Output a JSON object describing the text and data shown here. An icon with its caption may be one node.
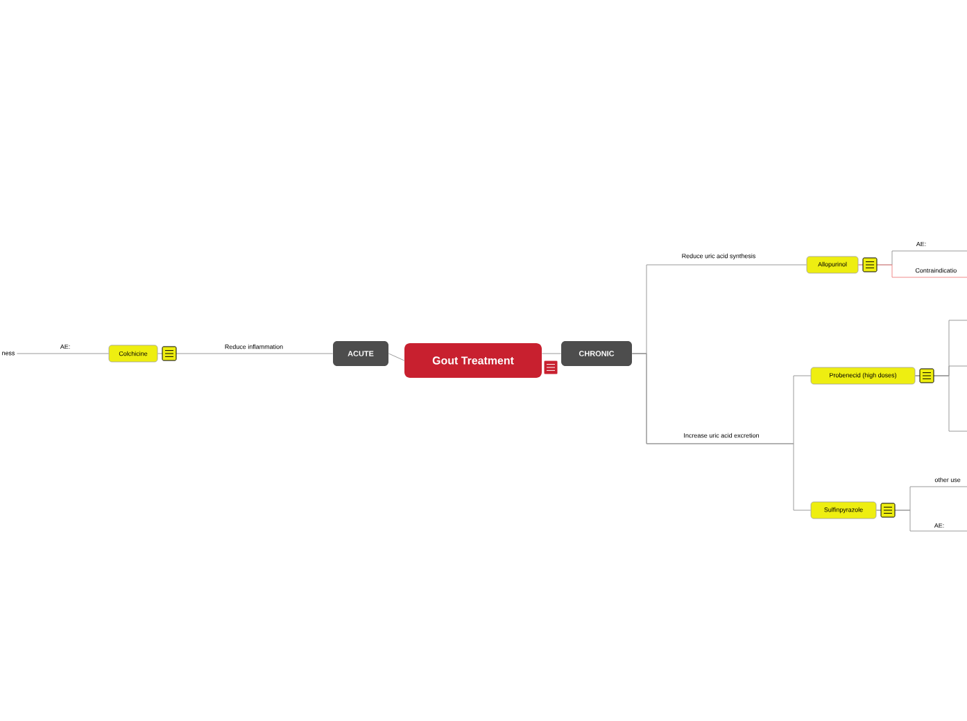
{
  "diagram": {
    "nodes": [
      {
        "text": [
          "Gout Treatment"
        ]
      },
      {
        "text": [
          "ACUTE"
        ]
      },
      {
        "text": [
          "CHRONIC"
        ]
      },
      {
        "text": [
          "Colchicine"
        ]
      },
      {
        "text": [
          "Allopurinol"
        ]
      },
      {
        "text": [
          "Probenecid (high doses)"
        ]
      },
      {
        "text": [
          "Sulfinpyrazole"
        ]
      },
      {
        "text": [
          "ness"
        ]
      }
    ],
    "edges": [
      {
        "from": 0,
        "to": 1,
        "arrow": "none"
      },
      {
        "from": 0,
        "to": 2,
        "arrow": "none"
      },
      {
        "from": 1,
        "to": 3,
        "arrow": "none",
        "label": "Reduce inflammation"
      },
      {
        "from": 3,
        "to": 7,
        "arrow": "none",
        "label": "AE:"
      },
      {
        "from": 2,
        "to": 4,
        "arrow": "none",
        "label": "Reduce uric acid synthesis"
      },
      {
        "from": 2,
        "to": 5,
        "arrow": "none",
        "label": "Increase uric acid excretion"
      },
      {
        "from": 2,
        "to": 6,
        "arrow": "none"
      },
      {
        "from": 4,
        "to": null,
        "arrow": "none",
        "label": "AE:"
      },
      {
        "from": 4,
        "to": null,
        "arrow": "none",
        "label": "Contraindicatio",
        "color": "#f08a8a"
      },
      {
        "from": 5,
        "to": null,
        "arrow": "none"
      },
      {
        "from": 5,
        "to": null,
        "arrow": "none"
      },
      {
        "from": 5,
        "to": null,
        "arrow": "none"
      },
      {
        "from": 6,
        "to": null,
        "arrow": "none",
        "label": "other use"
      },
      {
        "from": 6,
        "to": null,
        "arrow": "none",
        "label": "AE:"
      }
    ]
  }
}
